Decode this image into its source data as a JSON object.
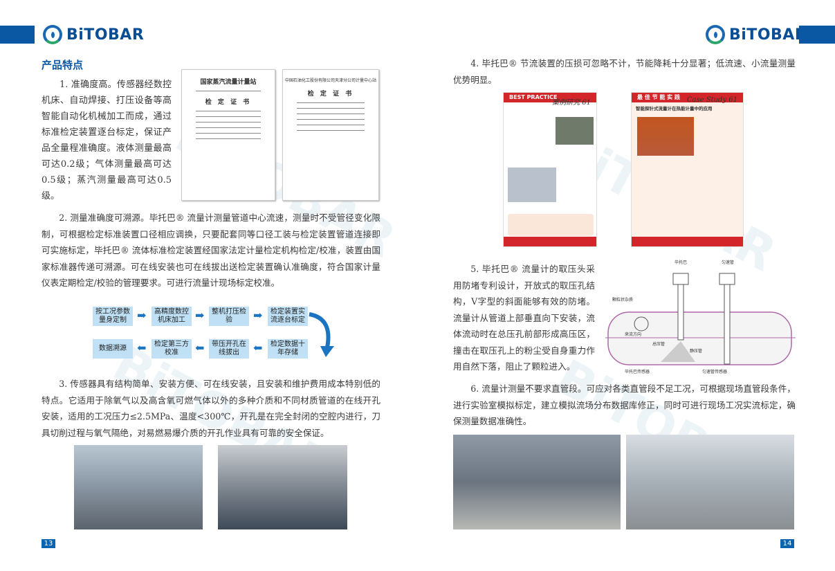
{
  "brand": "BiTOBAR",
  "left_page": {
    "title": "产品特点",
    "para1": "1. 准确度高。传感器经数控机床、自动焊接、打压设备等高智能自动化机械加工而成，通过标准检定装置逐台标定，保证产品全量程准确度。液体测量最高可达0.2级；气体测量最高可达0.5级；蒸汽测量最高可达0.5级。",
    "cert1": {
      "org": "国家蒸汽流量计量站",
      "doc": "检 定 证 书"
    },
    "cert2": {
      "org": "中国石油化工股份有限公司天津分公司计量中心站",
      "doc": "检 定 证 书"
    },
    "para2": "2. 测量准确度可溯源。毕托巴® 流量计测量管道中心流速，测量时不受管径变化限制，可根据检定标准装置口径相应调换，只要配套同等口径工装与检定装置管道连接即可实施标定，毕托巴® 流体标准检定装置经国家法定计量检定机构检定/校准，装置由国家标准器传递可溯源。可在线安装也可在线拔出送检定装置确认准确度，符合国家计量仪表定期检定/校验的管理要求。可进行流量计现场标定校准。",
    "flow_row1": [
      "按工况参数量身定制",
      "高精度数控机床加工",
      "整机打压检验",
      "检定装置实流逐台标定"
    ],
    "flow_row2": [
      "数据溯源",
      "检定第三方校准",
      "带压开孔在线拔出",
      "检定数据十年存储"
    ],
    "para3": "3. 传感器具有结构简单、安装方便、可在线安装，且安装和维护费用成本特别低的特点。它适用于除氧气以及高含氧可燃气体以外的多种介质和不同材质管道的在线开孔安装，适用的工况压力≤2.5MPa、温度<300℃，开孔是在完全封闭的空腔内进行，刀具切削过程与氧气隔绝，对易燃易爆介质的开孔作业具有可靠的安全保证。",
    "page_number": "13"
  },
  "right_page": {
    "para4": "4. 毕托巴® 节流装置的压损可忽略不计，节能降耗十分显著；低流速、小流量测量优势明显。",
    "case1": {
      "header": "BEST PRACTICE PROGRAMME",
      "title": "案例研究 61"
    },
    "case2": {
      "header": "最 佳 节 能 实 践",
      "title": "Case Study 61",
      "subtitle": "智能探针式流量计在热能计量中的应用"
    },
    "para5": "5. 毕托巴® 流量计的取压头采用防堵专利设计，开放式的取压孔结构，V字型的斜面能够有效的防堵。流量计从管道上部垂直向下安装，流体流动时在总压孔前部形成高压区，撞击在取压孔上的粉尘受自身重力作用自然下落，阻止了颗粒进入。",
    "diagram_labels": {
      "bitobar": "毕托巴",
      "uniform_tube": "匀速管",
      "particle": "颗粒状杂质",
      "flow_dir": "来流方向",
      "total_tube": "总压管",
      "static_tube": "静压管",
      "bitobar_sensor": "毕托巴传感器",
      "uniform_sensor": "匀速管传感器"
    },
    "para6": "6. 流量计测量不要求直管段。可应对各类直管段不足工况，可根据现场直管段条件，进行实验室模拟标定，建立模拟流场分布数据库修正，同时可进行现场工况实流标定，确保测量数据准确性。",
    "page_number": "14"
  },
  "colors": {
    "brand_blue": "#0a57a4",
    "flow_box": "#bfe0f5",
    "case_red": "#d3262a"
  }
}
